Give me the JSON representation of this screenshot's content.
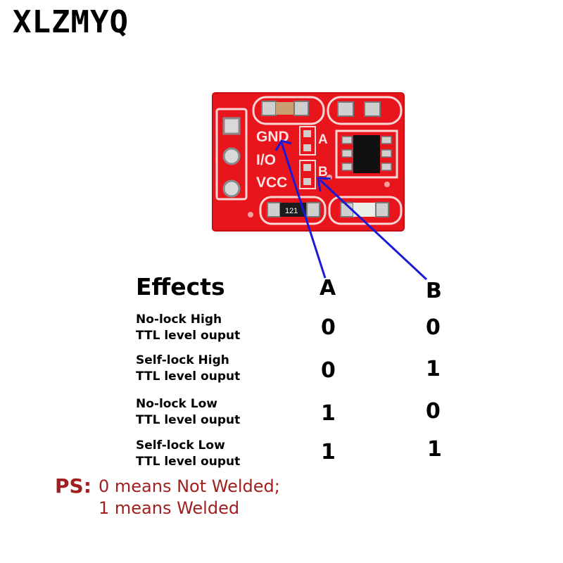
{
  "brand": "XLZMYQ",
  "board": {
    "pin_labels": [
      "GND",
      "I/O",
      "VCC"
    ],
    "pad_labels": [
      "A",
      "B"
    ],
    "resistor_code": "121"
  },
  "table": {
    "title": "Effects",
    "col_a": "A",
    "col_b": "B",
    "rows": [
      {
        "line1": "No-lock High",
        "line2": "TTL level ouput",
        "a": "0",
        "b": "0"
      },
      {
        "line1": "Self-lock High",
        "line2": "TTL level ouput",
        "a": "0",
        "b": "1"
      },
      {
        "line1": "No-lock Low",
        "line2": "TTL level ouput",
        "a": "1",
        "b": "0"
      },
      {
        "line1": "Self-lock Low",
        "line2": "TTL level ouput",
        "a": "1",
        "b": "1"
      }
    ]
  },
  "ps": {
    "label": "PS:",
    "line1": "0 means Not Welded;",
    "line2": "1 means Welded"
  },
  "colors": {
    "pcb": "#e8151c",
    "arrow": "#1a1ad6",
    "ps_text": "#a0201f"
  }
}
